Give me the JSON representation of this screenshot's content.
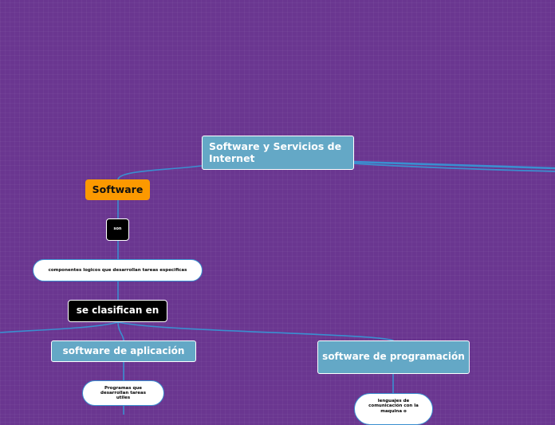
{
  "nodes": {
    "root": "Software y Servicios de Internet",
    "software": "Software",
    "son": "son",
    "componentes": "componentes logicos que desarrollan tareas especificas",
    "clasifican": "se clasifican en",
    "aplicacion": "software de aplicación",
    "programacion": "software de programación",
    "programas": "Programas que desarrollan tareas utiles",
    "lenguajes": "lenguajes de comunicación con la maquina o"
  },
  "colors": {
    "background": "#6a3690",
    "topic": "#64a8c6",
    "main_topic": "#fc9900",
    "connector_dark": "#000000",
    "leaf": "#ffffff",
    "link": "#3a8fd0"
  }
}
